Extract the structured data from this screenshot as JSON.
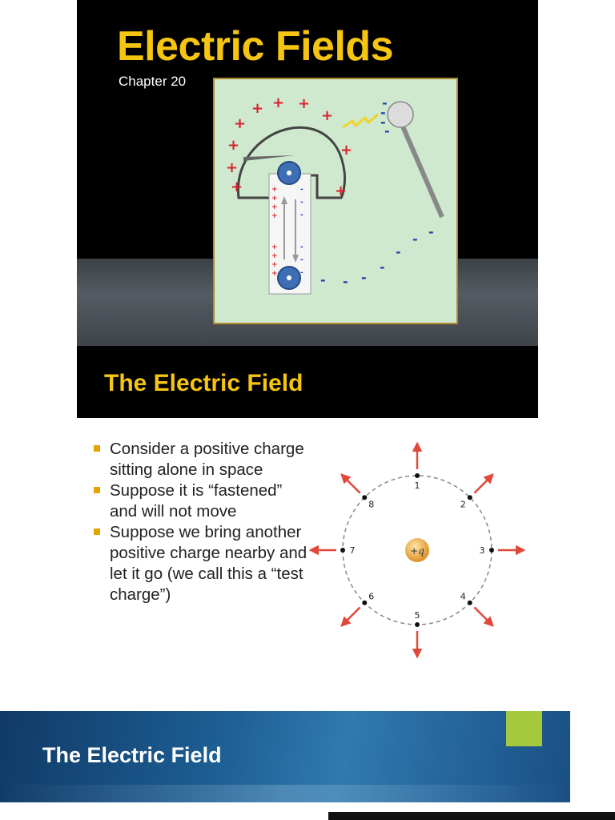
{
  "slide1": {
    "title": "Electric Fields",
    "subtitle": "Chapter 20",
    "colors": {
      "title": "#f5c512",
      "panel": "#cfe9cf",
      "plus": "#d9202a",
      "minus": "#1f3fb0"
    }
  },
  "slide2": {
    "title": "The Electric Field",
    "bullets": [
      "Consider a positive charge sitting alone in space",
      "Suppose it is “fastened” and will not move",
      "Suppose we bring another positive charge nearby and let it go (we call this a “test charge”)"
    ],
    "diagram": {
      "center_label": "+q",
      "points": [
        "1",
        "2",
        "3",
        "4",
        "5",
        "6",
        "7",
        "8"
      ],
      "arrow_color": "#e0483a",
      "charge_color": "#f2b84a"
    },
    "colors": {
      "bullet": "#e8a200"
    }
  },
  "slide3": {
    "title": "The Electric Field",
    "colors": {
      "banner": "#1d5e93",
      "accent": "#a5c93d"
    }
  }
}
